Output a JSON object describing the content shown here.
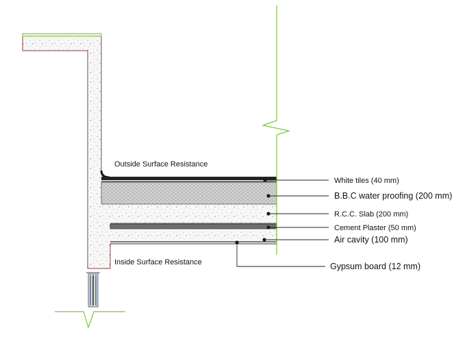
{
  "diagram": {
    "labels": {
      "outside_surface": "Outside Surface Resistance",
      "inside_surface": "Inside Surface Resistance"
    },
    "layers": [
      {
        "id": "white-tiles",
        "label": "White tiles (40 mm)"
      },
      {
        "id": "bbc-waterproof",
        "label": "B.B.C water proofing (200 mm)"
      },
      {
        "id": "rcc-slab",
        "label": "R.C.C. Slab (200 mm)"
      },
      {
        "id": "cement-plaster",
        "label": "Cement Plaster (50 mm)"
      },
      {
        "id": "air-cavity",
        "label": "Air cavity (100 mm)"
      },
      {
        "id": "gypsum-board",
        "label": "Gypsum board (12 mm)"
      }
    ],
    "colors": {
      "outline": "#8a4040",
      "ground": "#7fbf3f",
      "tile": "#222222",
      "plaster": "#6e6e6e",
      "bbc_fill": "#cfcfcf"
    }
  }
}
